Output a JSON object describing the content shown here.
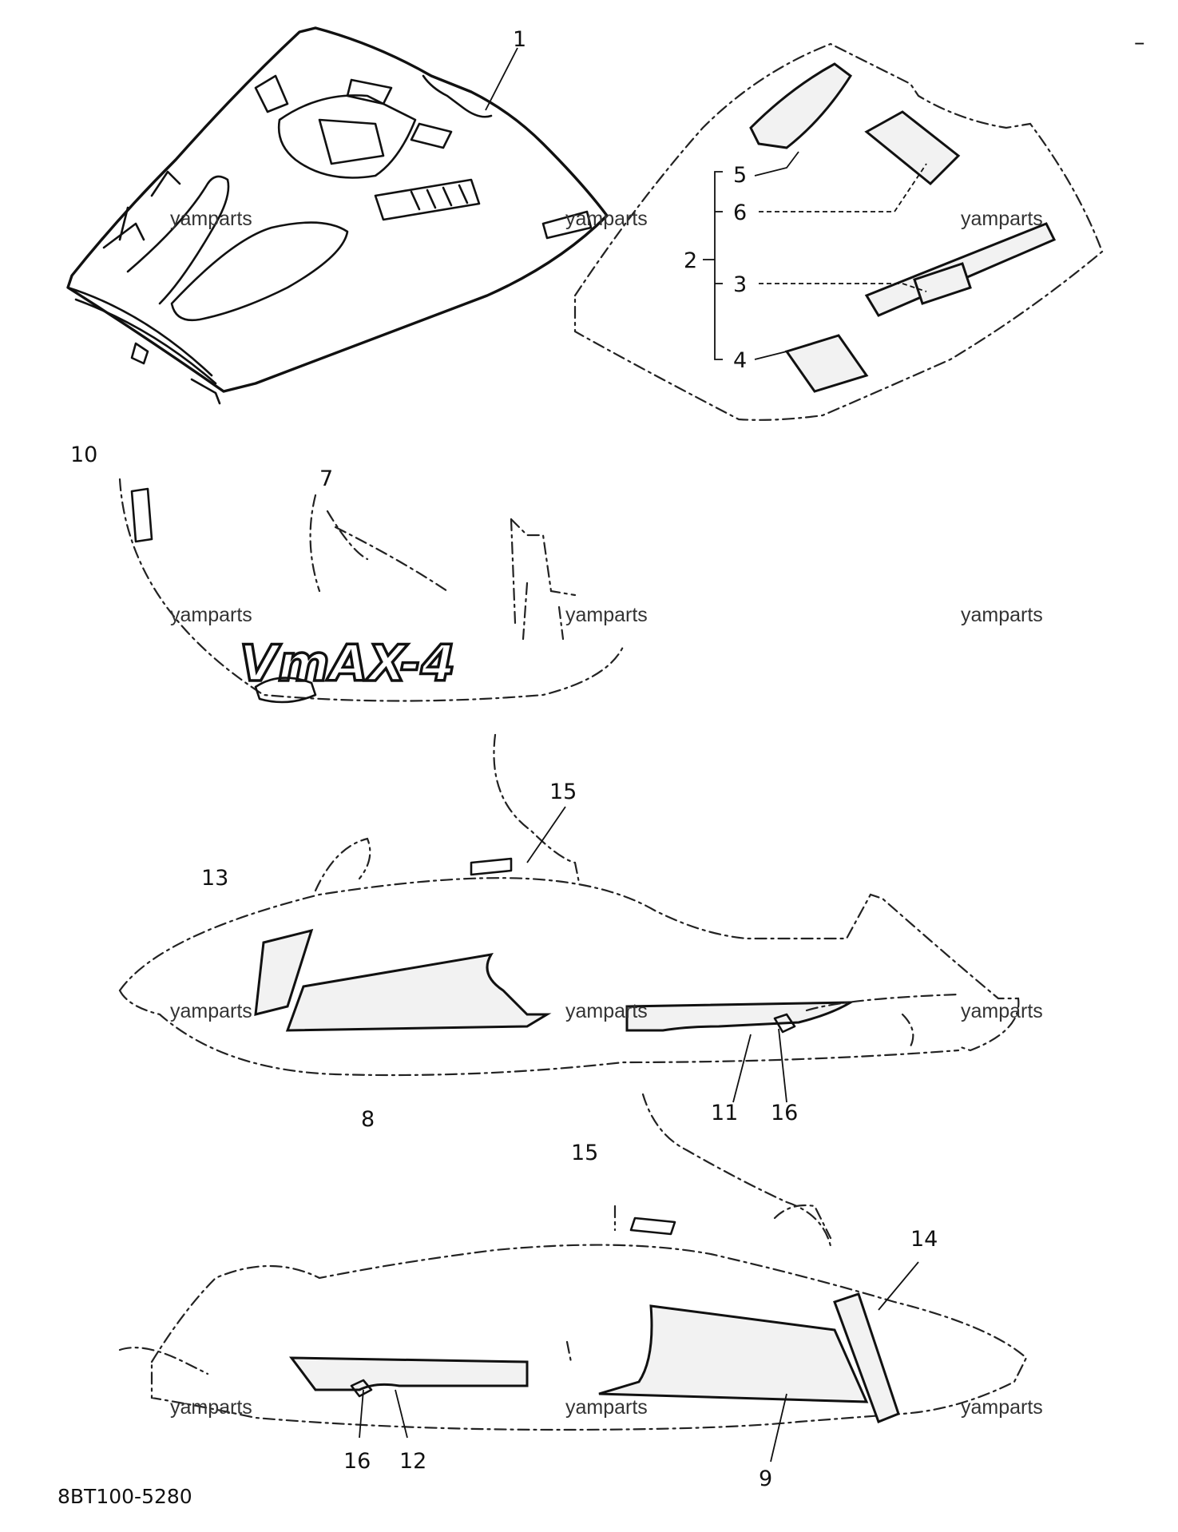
{
  "watermark": "yamparts",
  "reference_code": "8BT100-5280",
  "decal_logo_text": "VmAX-4",
  "corner_mark": "–",
  "callouts": {
    "c1": "1",
    "c2": "2",
    "c3": "3",
    "c4": "4",
    "c5": "5",
    "c6": "6",
    "c7": "7",
    "c8": "8",
    "c9": "9",
    "c10": "10",
    "c11": "11",
    "c12": "12",
    "c13": "13",
    "c14": "14",
    "c15a": "15",
    "c15b": "15",
    "c16a": "16",
    "c16b": "16"
  },
  "icons": {
    "hood": "hood-panel-drawing",
    "mat": "mat-set-drawing",
    "cowl-right": "right-shroud-drawing",
    "cowl-left": "left-shroud-drawing"
  }
}
